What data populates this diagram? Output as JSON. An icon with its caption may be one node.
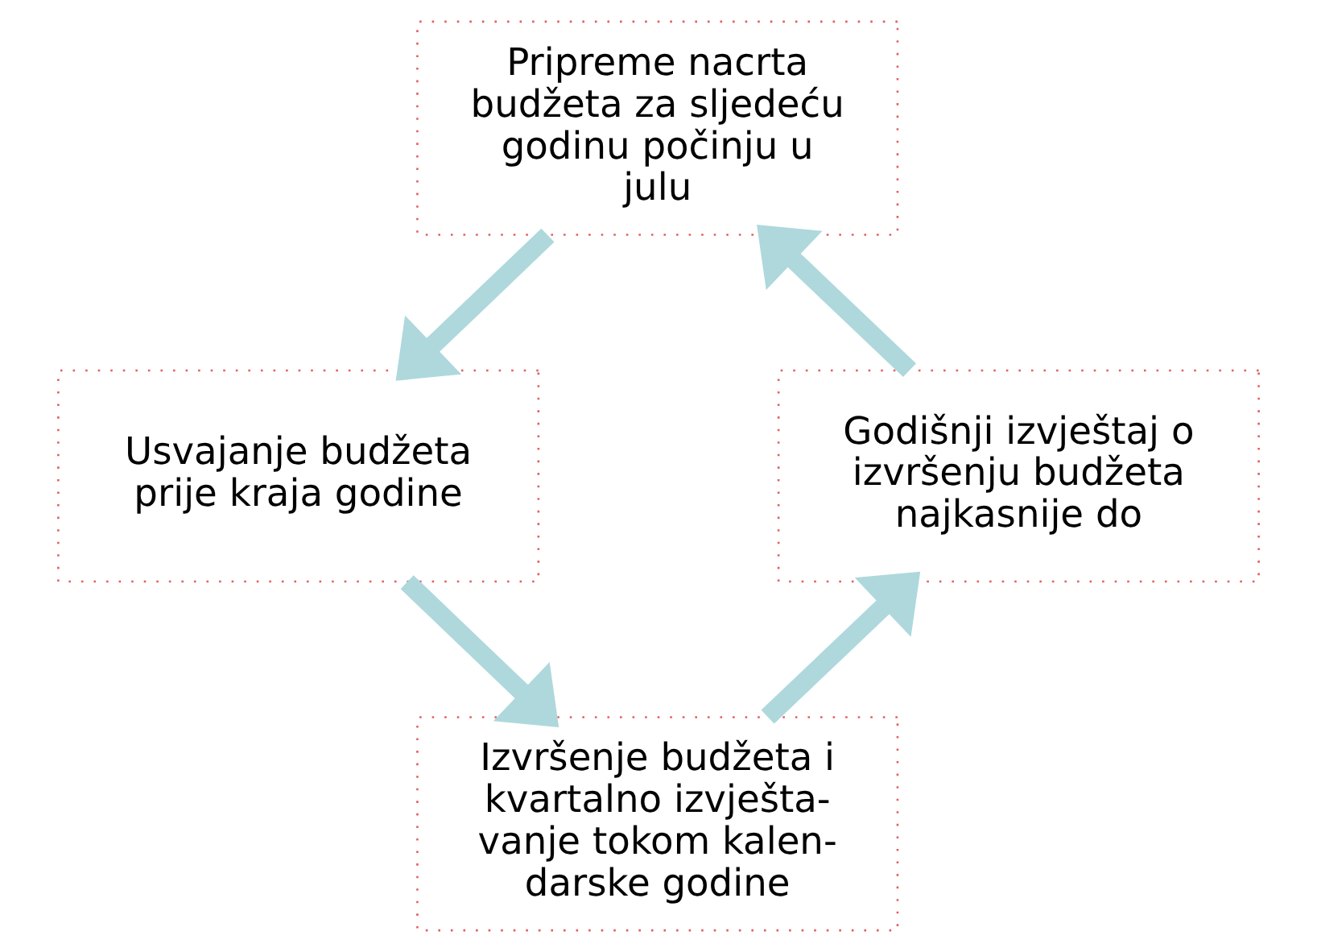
{
  "diagram": {
    "nodes": [
      {
        "text": [
          "Pripreme nacrta budžeta za sljedeću godinu počinju u julu"
        ]
      },
      {
        "text": [
          "Usvajanje budžeta prije kraja godine"
        ]
      },
      {
        "text": [
          "Izvršenje budžeta i kvartalno izvješta- vanje tokom kalen- darske godine"
        ]
      },
      {
        "text": [
          "Godišnji izvještaj o izvršenju budžeta najkasnije do"
        ]
      }
    ],
    "edges": [
      {
        "from": 0,
        "to": 1,
        "arrow": "to"
      },
      {
        "from": 1,
        "to": 2,
        "arrow": "to"
      },
      {
        "from": 2,
        "to": 3,
        "arrow": "to"
      },
      {
        "from": 3,
        "to": 0,
        "arrow": "to"
      }
    ]
  }
}
